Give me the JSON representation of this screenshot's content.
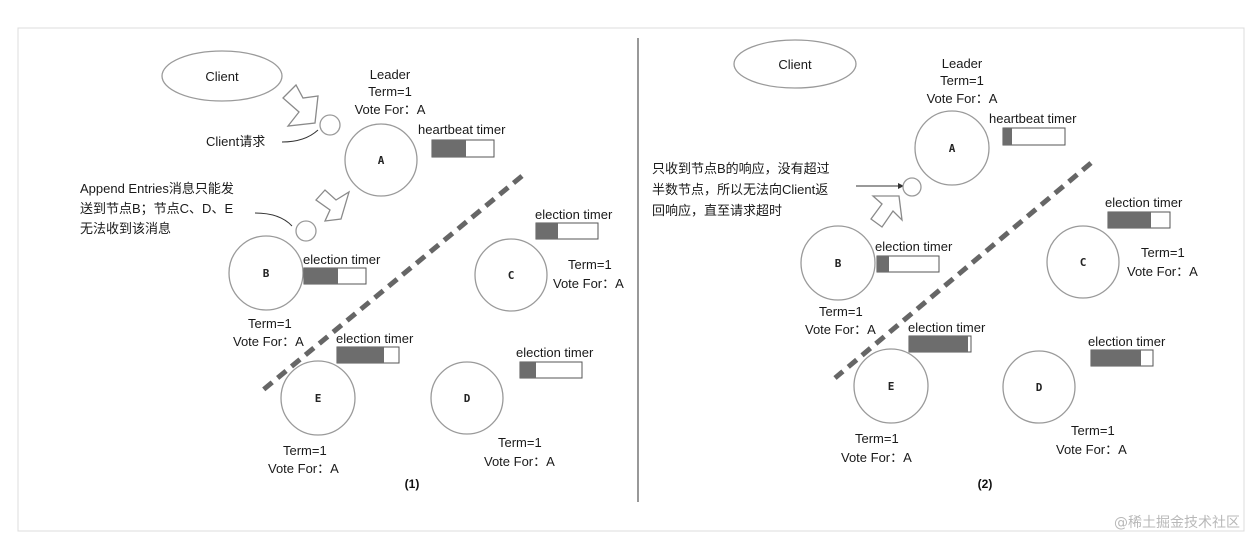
{
  "panel1": {
    "client": "Client",
    "client_request": "Client请求",
    "leader_lines": [
      "Leader",
      "Term=1",
      "Vote For：A"
    ],
    "heartbeat_timer": "heartbeat timer",
    "heartbeat_fill": 0.55,
    "append_note": [
      "Append Entries消息只能发",
      "送到节点B；节点C、D、E",
      "无法收到该消息"
    ],
    "nodes": {
      "A": {
        "label": "A"
      },
      "B": {
        "label": "B",
        "timer": "election timer",
        "fill": 0.55,
        "lines": [
          "Term=1",
          "Vote For：A"
        ]
      },
      "C": {
        "label": "C",
        "timer": "election timer",
        "fill": 0.35,
        "lines": [
          "Term=1",
          "Vote For：A"
        ]
      },
      "D": {
        "label": "D",
        "timer": "election timer",
        "fill": 0.25,
        "lines": [
          "Term=1",
          "Vote For：A"
        ]
      },
      "E": {
        "label": "E",
        "timer": "election timer",
        "fill": 0.75,
        "lines": [
          "Term=1",
          "Vote For：A"
        ]
      }
    },
    "caption": "(1)"
  },
  "panel2": {
    "client": "Client",
    "leader_lines": [
      "Leader",
      "Term=1",
      "Vote For：A"
    ],
    "heartbeat_timer": "heartbeat timer",
    "heartbeat_fill": 0.15,
    "note": [
      "只收到节点B的响应，没有超过",
      "半数节点，所以无法向Client返",
      "回响应，直至请求超时"
    ],
    "nodes": {
      "A": {
        "label": "A"
      },
      "B": {
        "label": "B",
        "timer": "election timer",
        "fill": 0.2,
        "lines": [
          "Term=1",
          "Vote For：A"
        ]
      },
      "C": {
        "label": "C",
        "timer": "election timer",
        "fill": 0.7,
        "lines": [
          "Term=1",
          "Vote For：A"
        ]
      },
      "D": {
        "label": "D",
        "timer": "election timer",
        "fill": 0.8,
        "lines": [
          "Term=1",
          "Vote For：A"
        ]
      },
      "E": {
        "label": "E",
        "timer": "election timer",
        "fill": 0.95,
        "lines": [
          "Term=1",
          "Vote For：A"
        ]
      }
    },
    "caption": "(2)"
  },
  "watermark": "@稀土掘金技术社区",
  "colors": {
    "timer_fill": "#6d6d6d",
    "stroke": "#9a9a9a",
    "dash": "#666666"
  }
}
